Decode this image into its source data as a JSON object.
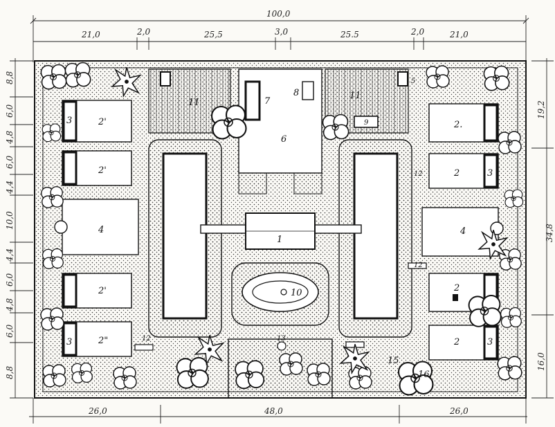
{
  "dimensions": {
    "top_total": "100,0",
    "top_segments": [
      "21,0",
      "2,0",
      "25,5",
      "3,0",
      "25.5",
      "2,0",
      "21,0"
    ],
    "bottom_segments": [
      "26,0",
      "48,0",
      "26,0"
    ],
    "right_total": "34,8",
    "right_segments": [
      "19,2",
      "16,0"
    ],
    "left_segments": [
      "8,8",
      "6,0",
      "4,8",
      "6,0",
      "4,4",
      "10,0",
      "4,4",
      "6,0",
      "4,8",
      "6,0",
      "8,8"
    ]
  },
  "labels": {
    "l1": "1",
    "l2a": "2'",
    "l2b": "2'",
    "l2c": "2'",
    "l2d": "2\"",
    "l2e": "2.",
    "l2f": "2",
    "l2g": "2",
    "l2h": "2",
    "l3a": "3",
    "l3b": "3",
    "l3c": "3",
    "l3d": "3",
    "l4a": "4",
    "l4b": "4",
    "l5": "5",
    "l6": "6",
    "l7": "7",
    "l8": "8",
    "l9": "9",
    "l10": "10",
    "l11a": "11",
    "l11b": "11",
    "l12a": "12",
    "l12b": "12",
    "l12c": "12",
    "l13": "13",
    "l15": "15",
    "l16": "16"
  },
  "colors": {
    "ink": "#1a1a1a",
    "paper": "#fbfaf6"
  }
}
